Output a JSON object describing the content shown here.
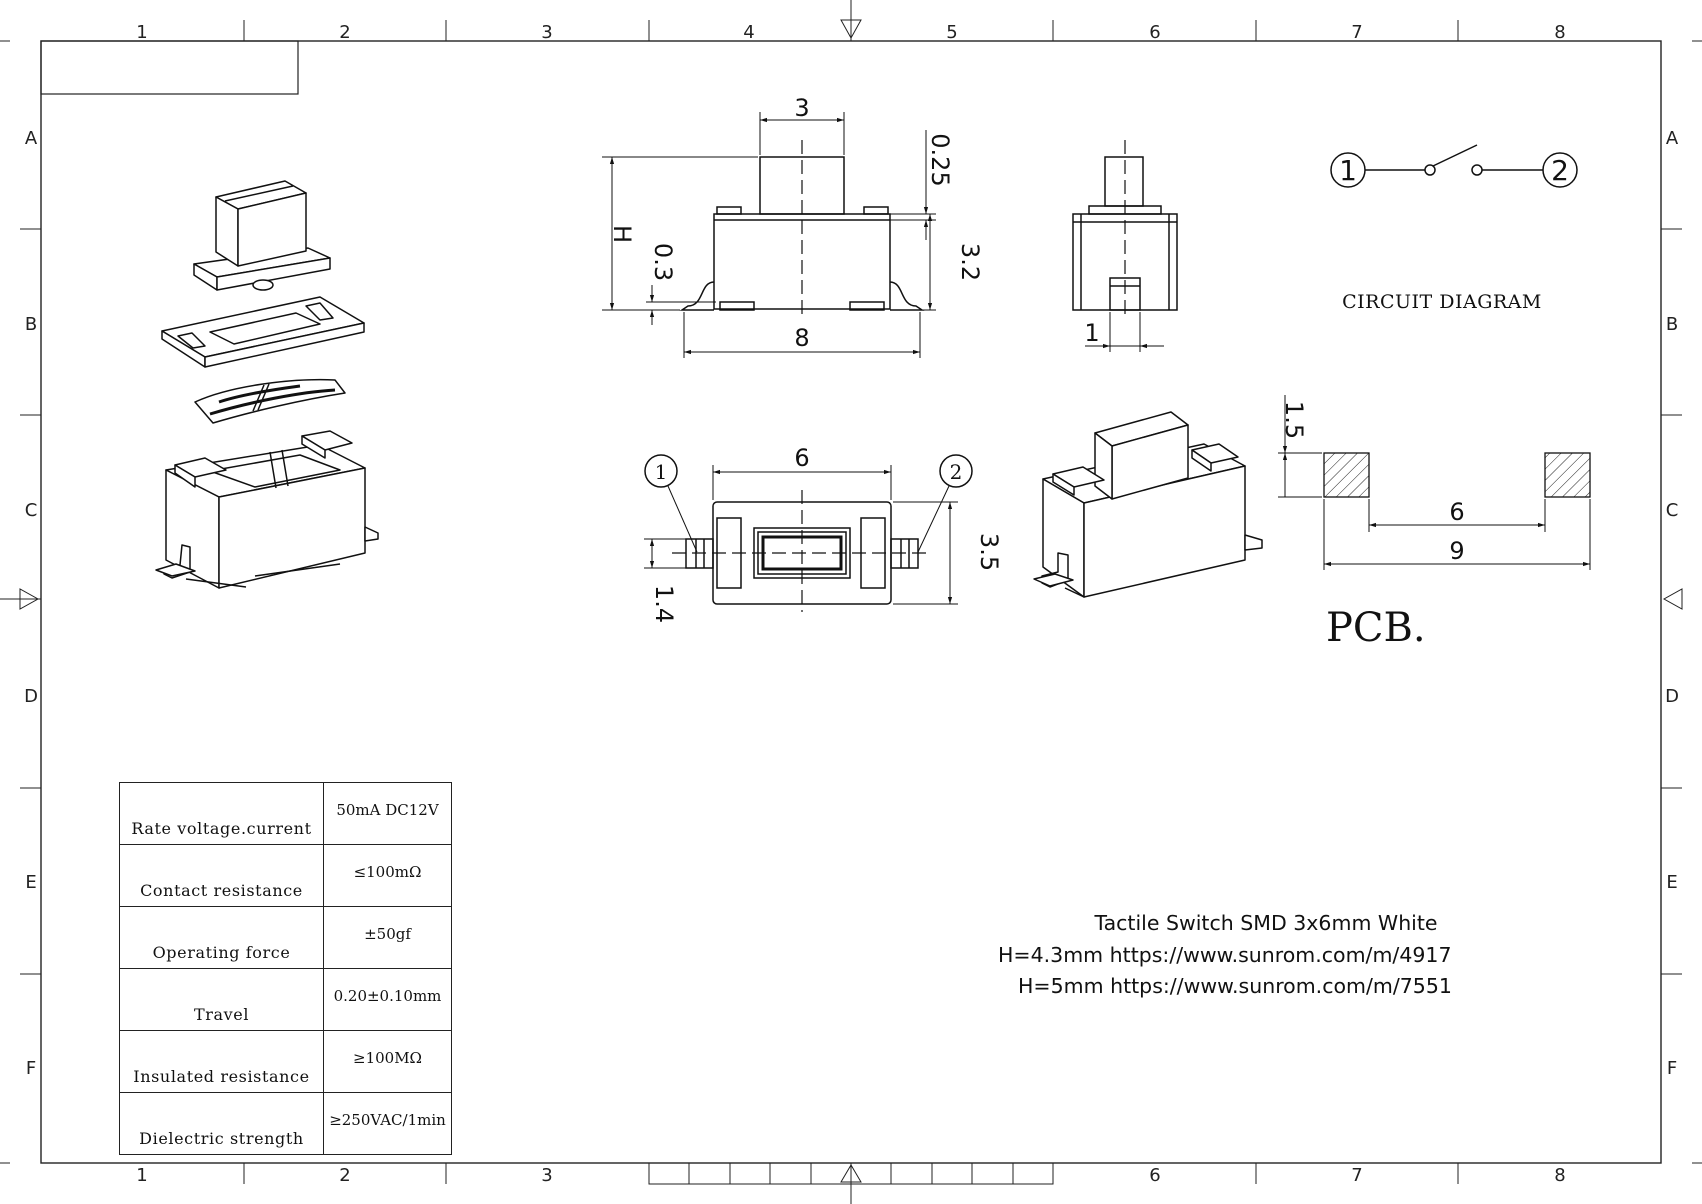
{
  "border": {
    "columns": [
      "1",
      "2",
      "3",
      "4",
      "5",
      "6",
      "7",
      "8"
    ],
    "rows": [
      "A",
      "B",
      "C",
      "D",
      "E",
      "F"
    ]
  },
  "front_view": {
    "dims": {
      "top_width": "3",
      "height": "H",
      "actuator_gap": "0.25",
      "body_height": "3.2",
      "lead_height": "0.3",
      "overall_width": "8"
    }
  },
  "side_view": {
    "dims": {
      "pin_width": "1"
    }
  },
  "circuit": {
    "title": "CIRCUIT DIAGRAM",
    "terminal_1": "1",
    "terminal_2": "2"
  },
  "bottom_view": {
    "dims": {
      "inner_width": "6",
      "height": "3.5",
      "lead_offset": "1.4"
    },
    "pin_1": "1",
    "pin_2": "2"
  },
  "pcb": {
    "label": "PCB.",
    "dims": {
      "pad_height": "1.5",
      "inner_spacing": "6",
      "outer_spacing": "9"
    }
  },
  "specs": [
    {
      "label": "Rate voltage.current",
      "value": "50mA DC12V"
    },
    {
      "label": "Contact resistance",
      "value": "≤100mΩ"
    },
    {
      "label": "Operating force",
      "value": "±50gf"
    },
    {
      "label": "Travel",
      "value": "0.20±0.10mm"
    },
    {
      "label": "Insulated resistance",
      "value": "≥100MΩ"
    },
    {
      "label": "Dielectric strength",
      "value": "≥250VAC/1min"
    }
  ],
  "title_block": {
    "title": "Tactile Switch SMD 3x6mm White",
    "variants": [
      {
        "height": "H=4.3mm",
        "url": "https://www.sunrom.com/m/4917"
      },
      {
        "height": "H=5mm",
        "url": "https://www.sunrom.com/m/7551"
      }
    ]
  }
}
